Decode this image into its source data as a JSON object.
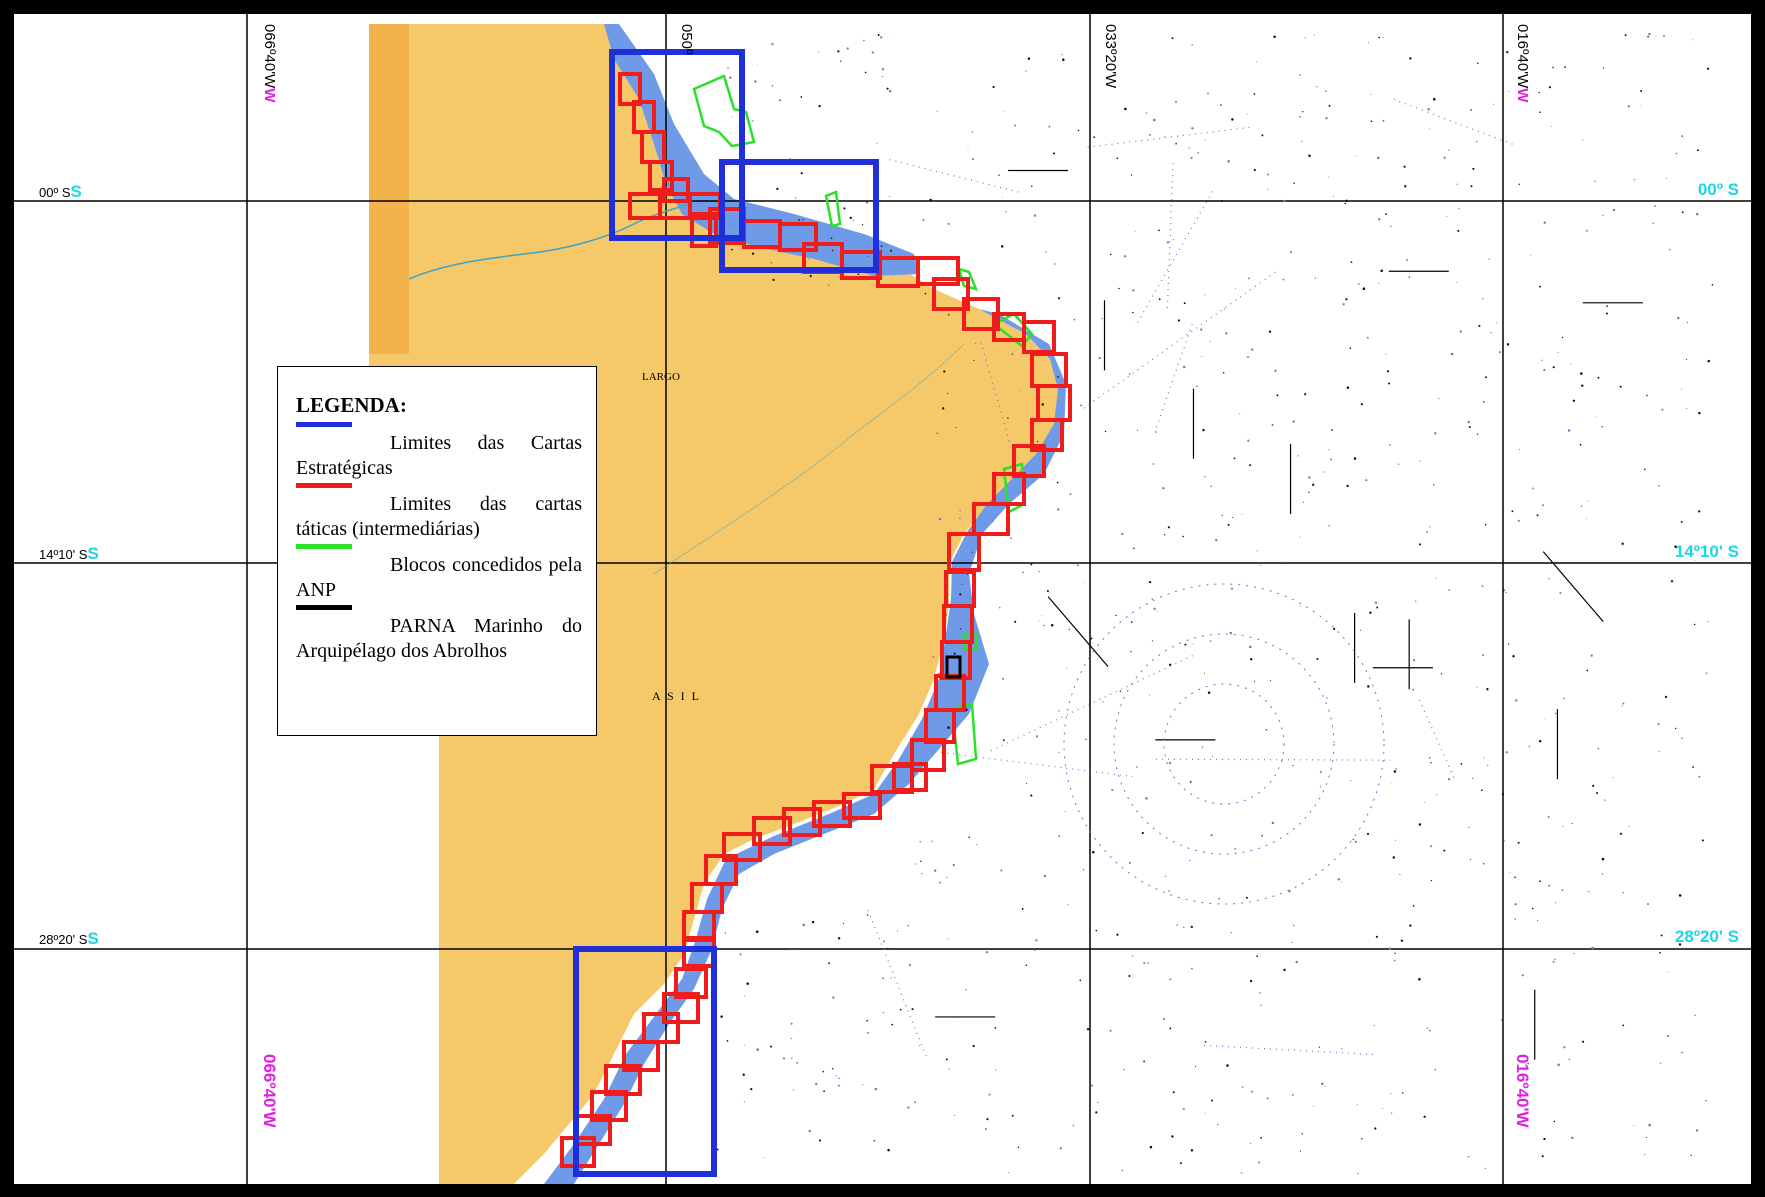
{
  "colors": {
    "land": "#f5c969",
    "land_edge": "#f4b24c",
    "shelf": "#6f9ae8",
    "strategic": "#1f2fd9",
    "tactical": "#f01b1b",
    "anp": "#2ae02a",
    "parna": "#000000",
    "lat_accent": "#20d4e8",
    "lon_accent": "#e020e0",
    "sounding": "#9b5fc6"
  },
  "grid": {
    "lat_left": [
      "00º S",
      "14º10' S",
      "28º20' S"
    ],
    "lat_left_suffix": "S",
    "lat_right": [
      "00º S",
      "14º10' S",
      "28º20' S"
    ],
    "lon_top": [
      "066º40'W",
      "050º",
      "033º20'W",
      "016º40'W"
    ],
    "lon_top_suffix": "W",
    "lon_bottom": [
      "066º40'W",
      "016º40'W"
    ]
  },
  "places": {
    "fragment_largo": "LARGO",
    "fragment_brasil": "A  S  I  L"
  },
  "legend": {
    "title": "LEGENDA:",
    "items": [
      {
        "name": "strategic",
        "color": "#1f2fd9",
        "text": "Limites das Cartas Estratégicas"
      },
      {
        "name": "tactical",
        "color": "#f01b1b",
        "text": "Limites das cartas táticas (intermediárias)"
      },
      {
        "name": "anp",
        "color": "#2ae02a",
        "text": "Blocos concedidos pela ANP"
      },
      {
        "name": "parna",
        "color": "#000000",
        "text": "PARNA Marinho do Arquipélago dos Abrolhos"
      }
    ]
  }
}
